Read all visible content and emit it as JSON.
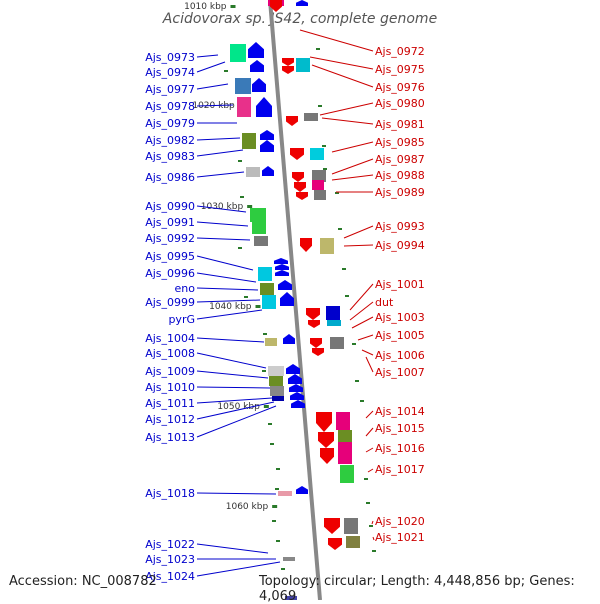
{
  "title": "Acidovorax sp. JS42, complete genome",
  "footer": {
    "accession": "Accession: NC_008782",
    "summary": "Topology: circular; Length: 4,448,856 bp; Genes: 4,069"
  },
  "colors": {
    "left_label": "#0000cc",
    "right_label": "#cc0000",
    "tick": "#2a7a2a",
    "axis": "#888888",
    "strand_plus": "#0000ee",
    "strand_minus": "#ee0000"
  },
  "kbp_ticks": [
    "1010 kbp",
    "1020 kbp",
    "1030 kbp",
    "1040 kbp",
    "1050 kbp",
    "1060 kbp"
  ],
  "left_genes": [
    "Ajs_0973",
    "Ajs_0974",
    "Ajs_0977",
    "Ajs_0978",
    "Ajs_0979",
    "Ajs_0982",
    "Ajs_0983",
    "Ajs_0986",
    "Ajs_0990",
    "Ajs_0991",
    "Ajs_0992",
    "Ajs_0995",
    "Ajs_0996",
    "eno",
    "Ajs_0999",
    "pyrG",
    "Ajs_1004",
    "Ajs_1008",
    "Ajs_1009",
    "Ajs_1010",
    "Ajs_1011",
    "Ajs_1012",
    "Ajs_1013",
    "Ajs_1018",
    "Ajs_1022",
    "Ajs_1023",
    "Ajs_1024"
  ],
  "right_genes": [
    "Ajs_0972",
    "Ajs_0975",
    "Ajs_0976",
    "Ajs_0980",
    "Ajs_0981",
    "Ajs_0985",
    "Ajs_0987",
    "Ajs_0988",
    "Ajs_0989",
    "Ajs_0993",
    "Ajs_0994",
    "Ajs_1001",
    "dut",
    "Ajs_1003",
    "Ajs_1005",
    "Ajs_1006",
    "Ajs_1007",
    "Ajs_1014",
    "Ajs_1015",
    "Ajs_1016",
    "Ajs_1017",
    "Ajs_1020",
    "Ajs_1021"
  ]
}
